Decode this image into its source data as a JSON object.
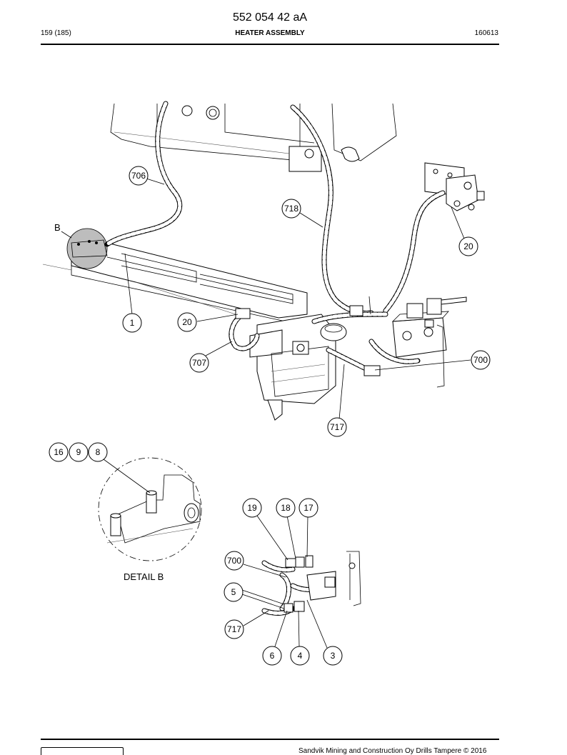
{
  "header": {
    "doc_number": "552 054 42 aA",
    "page": "159 (185)",
    "title": "HEATER ASSEMBLY",
    "date_code": "160613"
  },
  "drawing": {
    "detail_letter": "B",
    "detail_caption": "DETAIL B",
    "callouts": {
      "c706": "706",
      "c718": "718",
      "c20a": "20",
      "c1": "1",
      "c20b": "20",
      "c707": "707",
      "c700a": "700",
      "c717a": "717",
      "c16": "16",
      "c9": "9",
      "c8": "8",
      "c19": "19",
      "c18": "18",
      "c17": "17",
      "c700b": "700",
      "c5": "5",
      "c717b": "717",
      "c6": "6",
      "c4": "4",
      "c3": "3"
    }
  },
  "footer": {
    "copyright": "Sandvik Mining and Construction Oy Drills Tampere © 2016"
  }
}
